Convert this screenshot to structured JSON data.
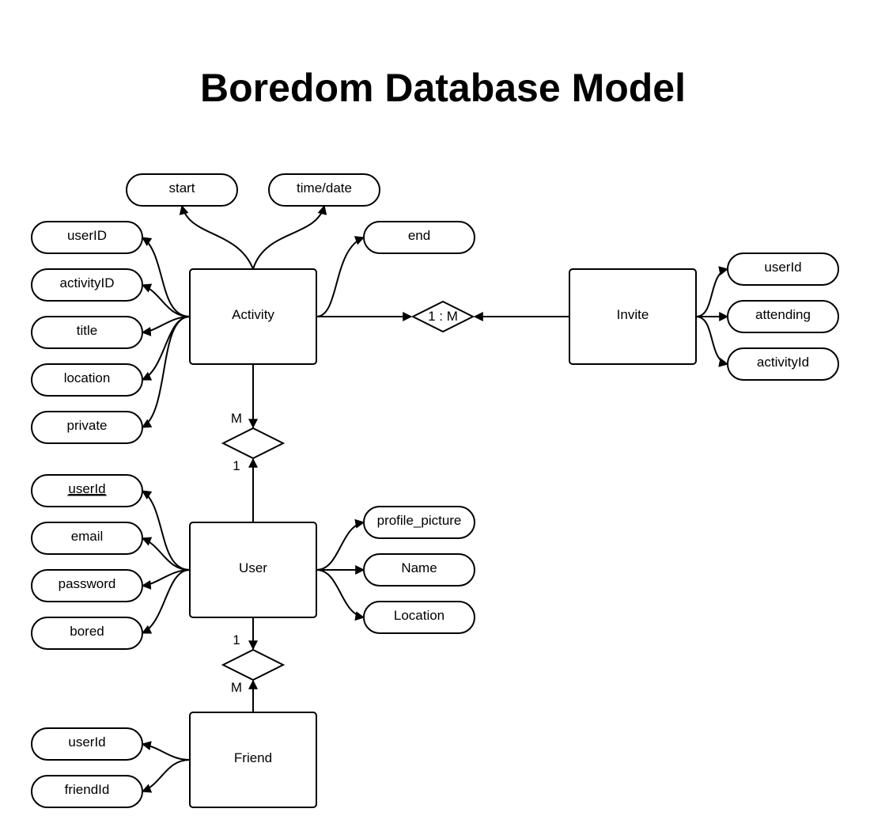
{
  "title": "Boredom Database Model",
  "entities": {
    "activity": "Activity",
    "invite": "Invite",
    "user": "User",
    "friend": "Friend"
  },
  "attributes": {
    "start": "start",
    "time_date": "time/date",
    "end": "end",
    "activity_user_id": "userID",
    "activity_id": "activityID",
    "title": "title",
    "location": "location",
    "private": "private",
    "invite_user_id": "userId",
    "attending": "attending",
    "invite_activity_id": "activityId",
    "user_id": "userId",
    "email": "email",
    "password": "password",
    "bored": "bored",
    "profile_picture": "profile_picture",
    "name": "Name",
    "user_location": "Location",
    "friend_user_id": "userId",
    "friend_id": "friendId"
  },
  "relationships": {
    "activity_invite": "1 : M",
    "activity_user": {
      "activity_side": "M",
      "user_side": "1"
    },
    "user_friend": {
      "user_side": "1",
      "friend_side": "M"
    }
  }
}
